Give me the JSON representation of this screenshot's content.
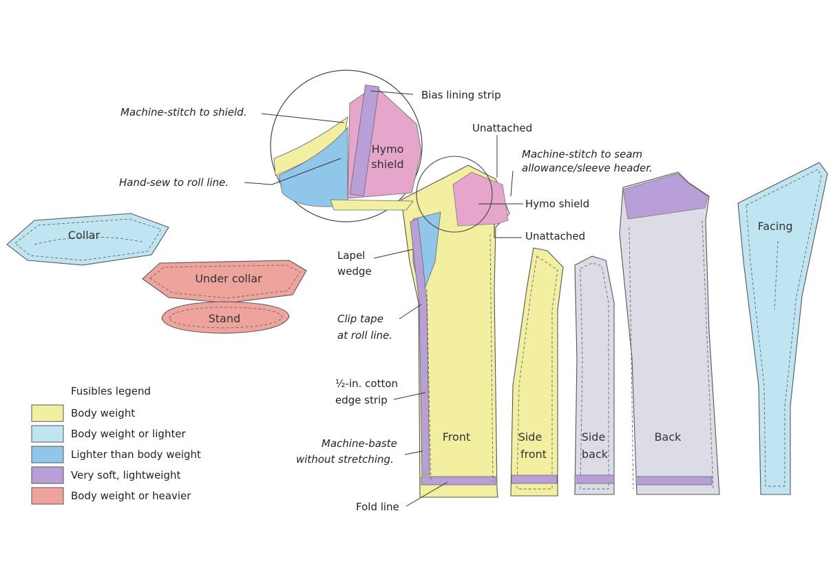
{
  "legend": {
    "title": "Fusibles legend",
    "items": [
      {
        "label": "Body weight",
        "color": "#f2efa0"
      },
      {
        "label": "Body weight or lighter",
        "color": "#bfe4f2"
      },
      {
        "label": "Lighter than body weight",
        "color": "#8fc6ea"
      },
      {
        "label": "Very soft, lightweight",
        "color": "#b99fd8"
      },
      {
        "label": "Body weight or heavier",
        "color": "#eea49d"
      }
    ]
  },
  "pieces": {
    "collar": "Collar",
    "under_collar": "Under collar",
    "stand": "Stand",
    "front": "Front",
    "side_front_1": "Side",
    "side_front_2": "front",
    "side_back_1": "Side",
    "side_back_2": "back",
    "back": "Back",
    "facing": "Facing"
  },
  "callouts": {
    "bias_lining_strip": "Bias lining strip",
    "machine_stitch_shield": "Machine-stitch to shield.",
    "hymo_shield_1": "Hymo",
    "hymo_shield_2": "shield",
    "hand_sew_roll": "Hand-sew to roll line.",
    "unattached_top": "Unattached",
    "machine_stitch_seam_1": "Machine-stitch to seam",
    "machine_stitch_seam_2": "allowance/sleeve header.",
    "hymo_shield_main": "Hymo shield",
    "unattached_bottom": "Unattached",
    "lapel_wedge_1": "Lapel",
    "lapel_wedge_2": "wedge",
    "clip_tape_1": "Clip tape",
    "clip_tape_2": "at roll line.",
    "cotton_strip_1": "½-in. cotton",
    "cotton_strip_2": "edge strip",
    "machine_baste_1": "Machine-baste",
    "machine_baste_2": "without stretching.",
    "fold_line": "Fold line"
  },
  "colors": {
    "yellow": "#f2efa0",
    "light_blue": "#bfe4f2",
    "blue": "#8fc6ea",
    "purple": "#b99fd8",
    "pink": "#eea49d",
    "magenta": "#e6a6cc",
    "grey": "#dcdce6"
  }
}
